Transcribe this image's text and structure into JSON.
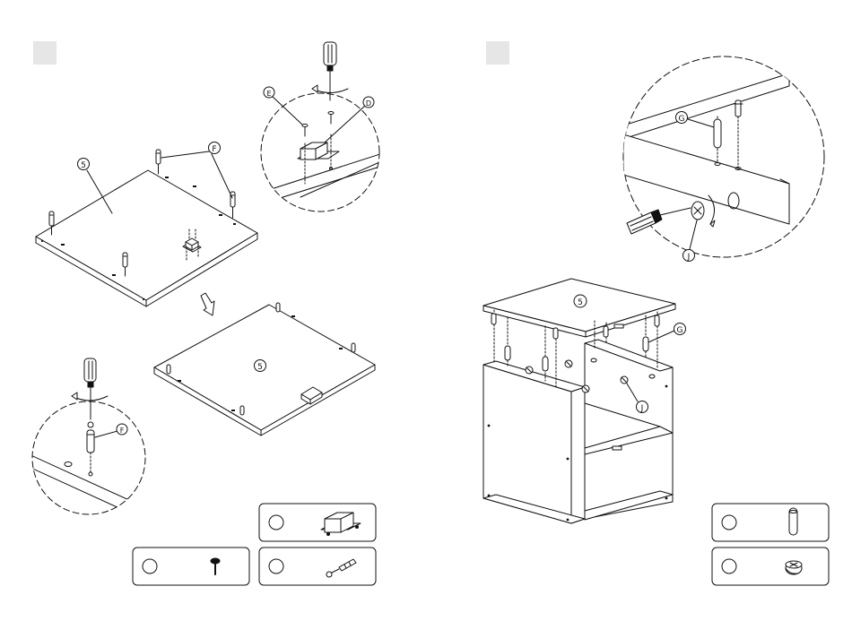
{
  "steps": [
    {
      "callouts": {
        "panel": "5",
        "pin": "F",
        "screw": "E",
        "catch": "D"
      },
      "parts": [
        "magnetic-catch",
        "screw",
        "cam-bolt"
      ]
    },
    {
      "callouts": {
        "panel": "5",
        "dowel": "G",
        "cam_lock": "J"
      },
      "parts": [
        "wooden-dowel",
        "cam-lock"
      ]
    }
  ]
}
